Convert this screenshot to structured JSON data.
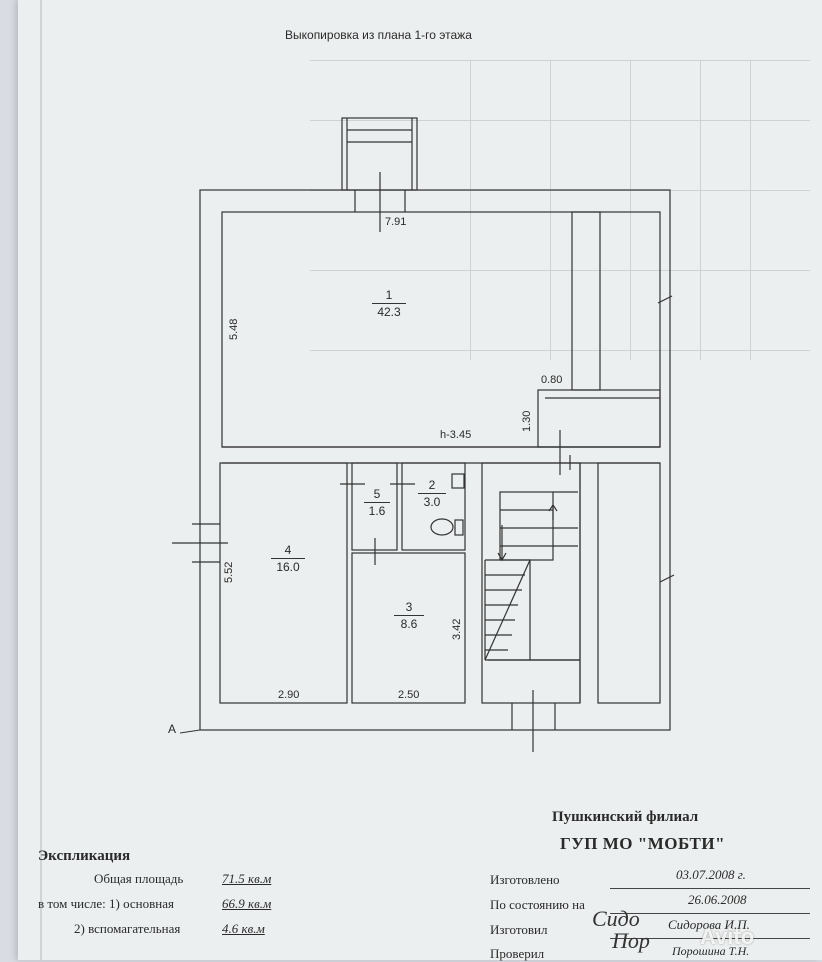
{
  "plan": {
    "title": "Выкопировка из плана 1-го этажа",
    "axis": "A",
    "dims": {
      "top_width": "7.91",
      "left_upper": "5.48",
      "pillar_width": "0.80",
      "pillar_height": "1.30",
      "ceiling": "h-3.45",
      "left_lower": "5.52",
      "room3_height": "3.42",
      "room4_width": "2.90",
      "room3_width": "2.50"
    },
    "rooms": [
      {
        "num": "1",
        "area": "42.3"
      },
      {
        "num": "2",
        "area": "3.0"
      },
      {
        "num": "3",
        "area": "8.6"
      },
      {
        "num": "4",
        "area": "16.0"
      },
      {
        "num": "5",
        "area": "1.6"
      }
    ]
  },
  "org": {
    "branch": "Пушкинский филиал",
    "name": "ГУП МО \"МОБТИ\""
  },
  "explication": {
    "title": "Экспликация",
    "total_label": "Общая площадь",
    "total_value": "71.5 кв.м",
    "main_label": "в том числе: 1) основная",
    "main_value": "66.9 кв.м",
    "aux_label": "2) вспомагательная",
    "aux_value": "4.6 кв.м"
  },
  "meta": {
    "made_label": "Изготовлено",
    "made_date": "03.07.2008 г.",
    "state_label": "По состоянию на",
    "state_date": "26.06.2008",
    "executor_label": "Изготовил",
    "executor_name": "Сидорова И.П.",
    "checker_label": "Проверил",
    "checker_name": "Порошина Т.Н."
  },
  "watermark": "Avito"
}
